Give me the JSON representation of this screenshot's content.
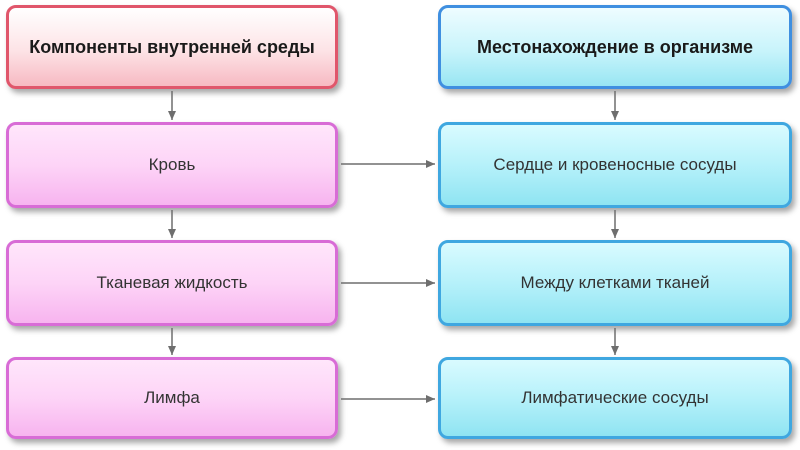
{
  "left_column": {
    "header": "Компоненты внутренней среды",
    "items": [
      "Кровь",
      "Тканевая жидкость",
      "Лимфа"
    ]
  },
  "right_column": {
    "header": "Местонахождение в организме",
    "items": [
      "Сердце и кровеносные сосуды",
      "Между клетками тканей",
      "Лимфатические сосуды"
    ]
  },
  "colors": {
    "pink_header_border": "#e0566b",
    "pink_border": "#d86cd6",
    "cyan_border": "#3fa7e0",
    "arrow": "#6e6e6e"
  }
}
